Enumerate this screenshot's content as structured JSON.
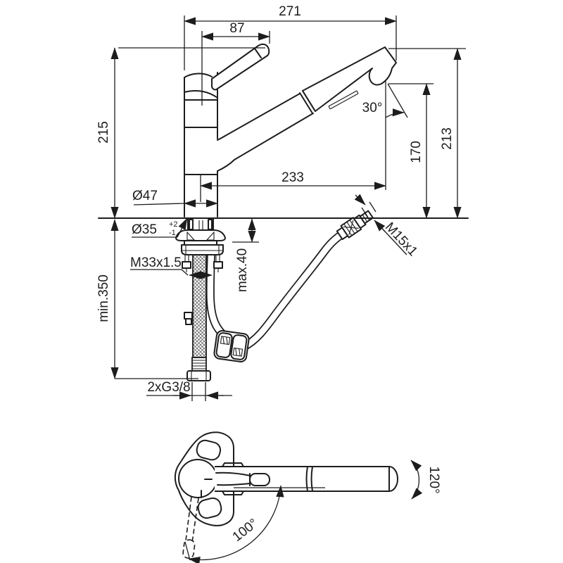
{
  "drawing": {
    "background": "#ffffff",
    "line_color": "#1d1d1d",
    "subject": "kitchen-faucet-with-pullout-spray-technical-drawing",
    "dims": {
      "overall_width": "271",
      "handle_length": "87",
      "height_deck_to_handle": "215",
      "height_deck_to_head": "213",
      "outlet_height": "170",
      "spout_reach": "233",
      "spray_angle": "30°",
      "body_diameter": "Ø47",
      "hole_diameter": "Ø35",
      "hole_tol_plus": "+2",
      "hole_tol_minus": "-1",
      "shank_thread": "M33x1.5",
      "max_deck_thickness": "max.40",
      "min_under_clearance": "min.350",
      "supply_connections": "2xG3/8",
      "spray_hose_thread": "M15x1",
      "handle_swing": "100°",
      "spout_swivel": "120°"
    }
  }
}
